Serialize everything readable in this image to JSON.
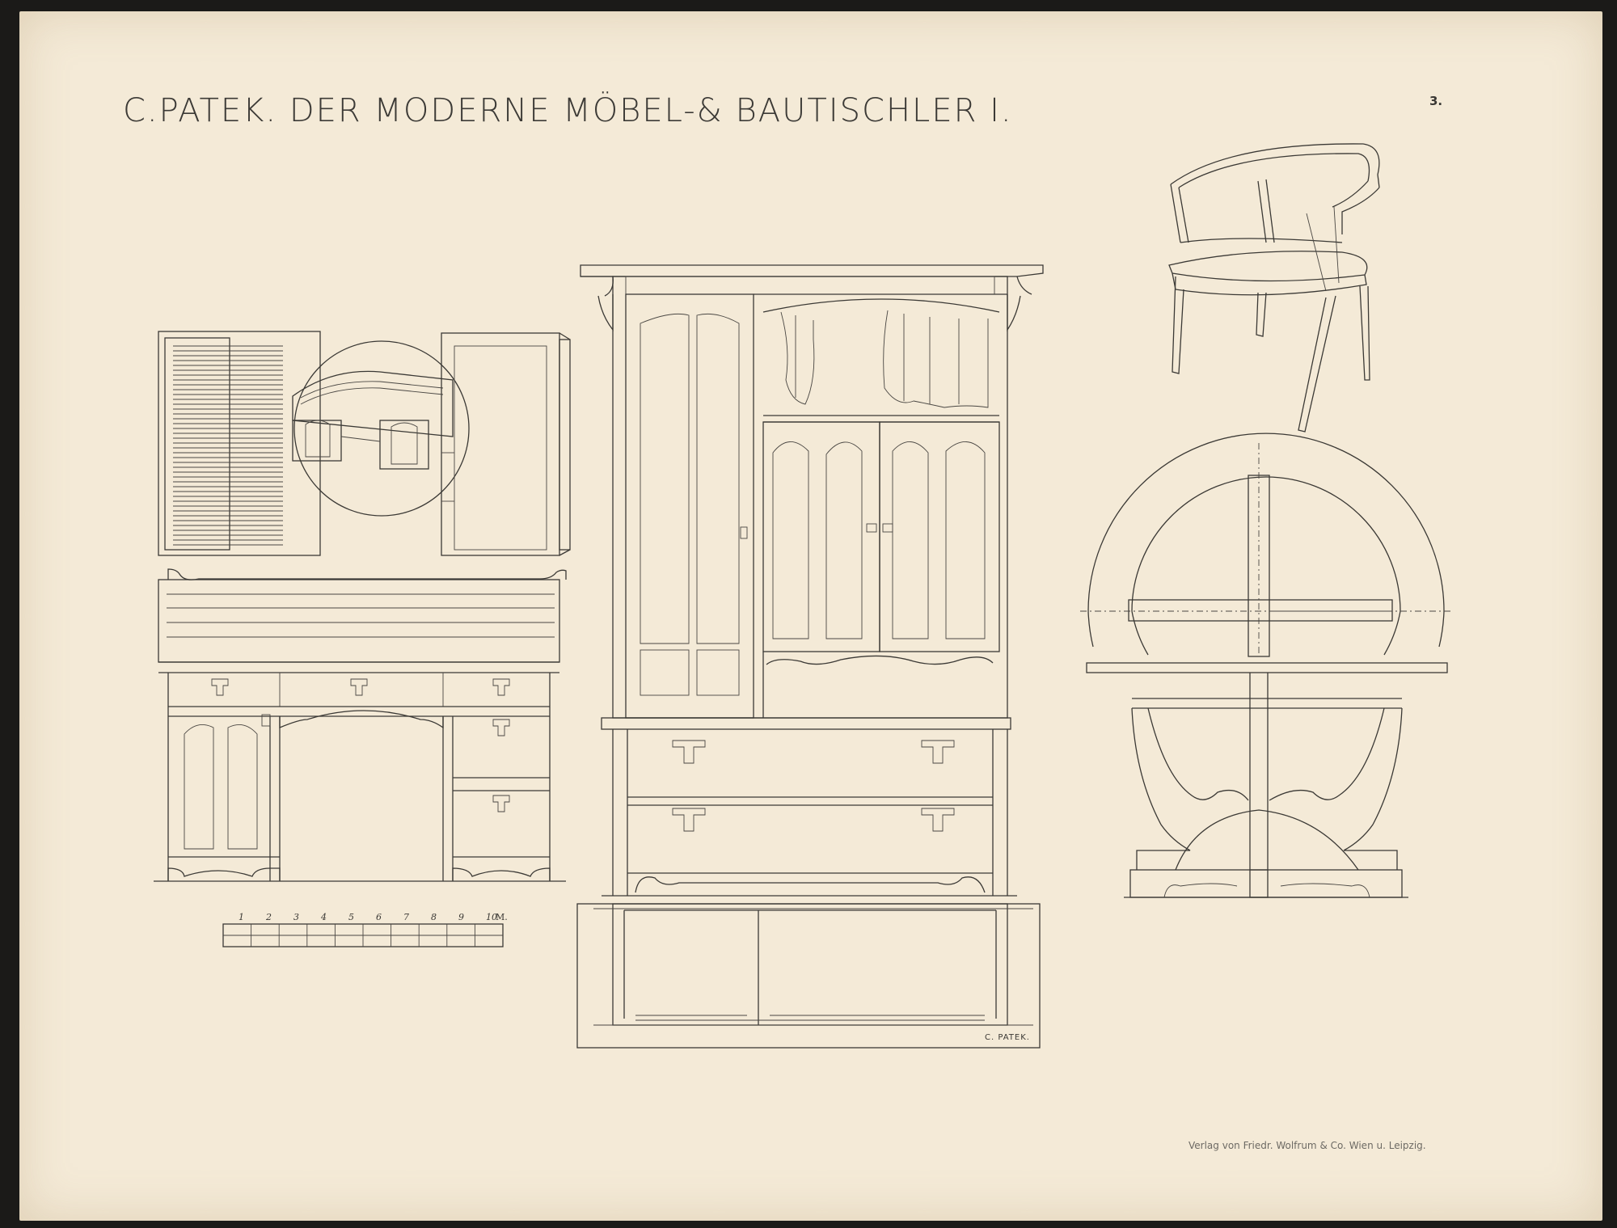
{
  "plate": {
    "title": "C.PATEK. DER MODERNE MÖBEL-& BAUTISCHLER I.",
    "number": "3.",
    "publisher": "Verlag von Friedr. Wolfrum & Co. Wien u. Leipzig.",
    "signature": "C. PATEK."
  },
  "scale": {
    "ticks": [
      "1",
      "2",
      "3",
      "4",
      "5",
      "6",
      "7",
      "8",
      "9",
      "10"
    ],
    "unit": "M."
  }
}
